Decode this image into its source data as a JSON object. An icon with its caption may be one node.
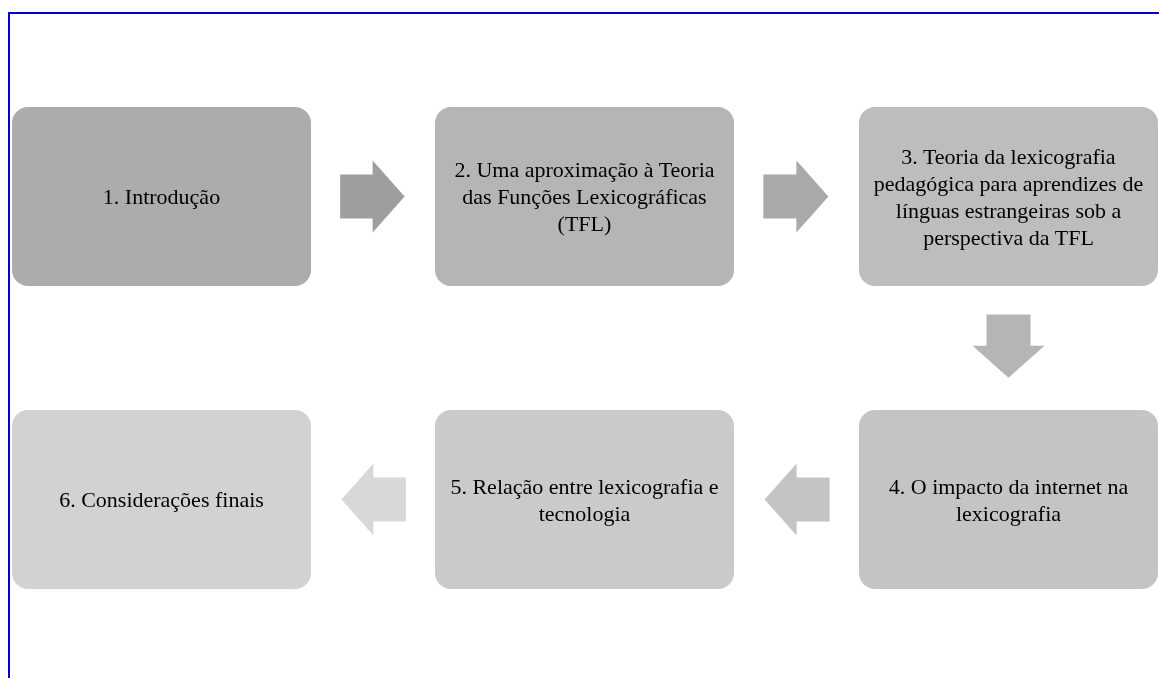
{
  "diagram": {
    "nodes": [
      {
        "text": [
          "1. Introdução"
        ]
      },
      {
        "text": [
          "2. Uma aproximação à Teoria das Funções Lexicográficas (TFL)"
        ]
      },
      {
        "text": [
          "3. Teoria da lexicografia pedagógica para aprendizes de línguas estrangeiras sob a perspectiva da TFL"
        ]
      },
      {
        "text": [
          "4. O impacto da internet na lexicografia"
        ]
      },
      {
        "text": [
          "5. Relação entre lexicografia e tecnologia"
        ]
      },
      {
        "text": [
          "6. Considerações finais"
        ]
      }
    ],
    "edges": [
      {
        "from": 0,
        "to": 1,
        "arrow": "to",
        "style": "thick",
        "color": "#9e9e9e"
      },
      {
        "from": 1,
        "to": 2,
        "arrow": "to",
        "style": "thick",
        "color": "#a9a9a9"
      },
      {
        "from": 2,
        "to": 3,
        "arrow": "to",
        "style": "thick",
        "color": "#b5b5b5"
      },
      {
        "from": 3,
        "to": 4,
        "arrow": "to",
        "style": "thick",
        "color": "#c4c4c4"
      },
      {
        "from": 4,
        "to": 5,
        "arrow": "to",
        "style": "thick",
        "color": "#d8d8d8"
      }
    ]
  }
}
